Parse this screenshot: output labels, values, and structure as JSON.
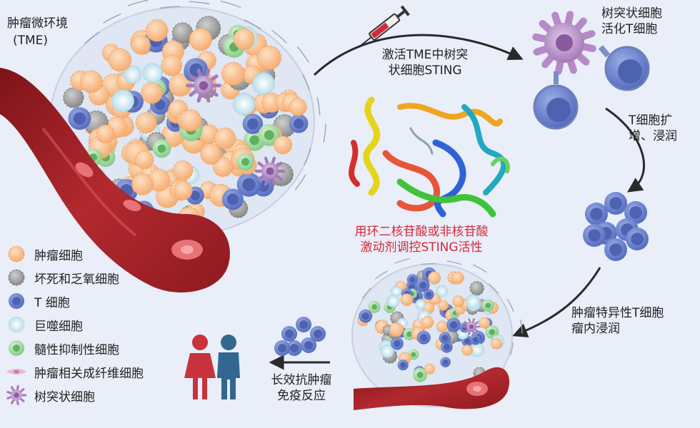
{
  "tme_title": "肿瘤微环境",
  "tme_abbr": "(TME)",
  "step1": {
    "line1": "激活TME中树突",
    "line2": "状细胞STING"
  },
  "protein_caption": {
    "line1": "用环二核苷酸或非核苷酸",
    "line2": "激动剂调控STING活性"
  },
  "dc_activation": {
    "line1": "树突状细胞",
    "line2": "活化T细胞"
  },
  "t_expand": {
    "line1": "T细胞扩",
    "line2": "增、浸润"
  },
  "t_infiltrate": {
    "line1": "肿瘤特异性T细胞",
    "line2": "瘤内浸润"
  },
  "long_term": {
    "line1": "长效抗肿瘤",
    "line2": "免疫反应"
  },
  "legend": [
    {
      "icon": "tumor-cell-icon",
      "label": "肿瘤细胞",
      "color": "#f9c08f"
    },
    {
      "icon": "necrotic-cell-icon",
      "label": "坏死和乏氧细胞",
      "color": "#9a9a9a"
    },
    {
      "icon": "t-cell-icon",
      "label": "T 细胞",
      "color": "#5b73c4"
    },
    {
      "icon": "macrophage-icon",
      "label": "巨噬细胞",
      "color": "#a9d7e6"
    },
    {
      "icon": "mdsc-icon",
      "label": "髓性抑制性细胞",
      "color": "#8fd08f"
    },
    {
      "icon": "fibroblast-icon",
      "label": "肿瘤相关成纤维细胞",
      "color": "#e9b8cf"
    },
    {
      "icon": "dendritic-cell-icon",
      "label": "树突状细胞",
      "color": "#a57ab8"
    }
  ],
  "colors": {
    "background": "#e9eef8",
    "vessel": "#a4232b",
    "caption_red": "#d6283a",
    "tumor": "#f9c08f",
    "t_cell": "#5b73c4",
    "dendritic": "#a57ab8",
    "person_female": "#c8323c",
    "person_male": "#34678f"
  }
}
